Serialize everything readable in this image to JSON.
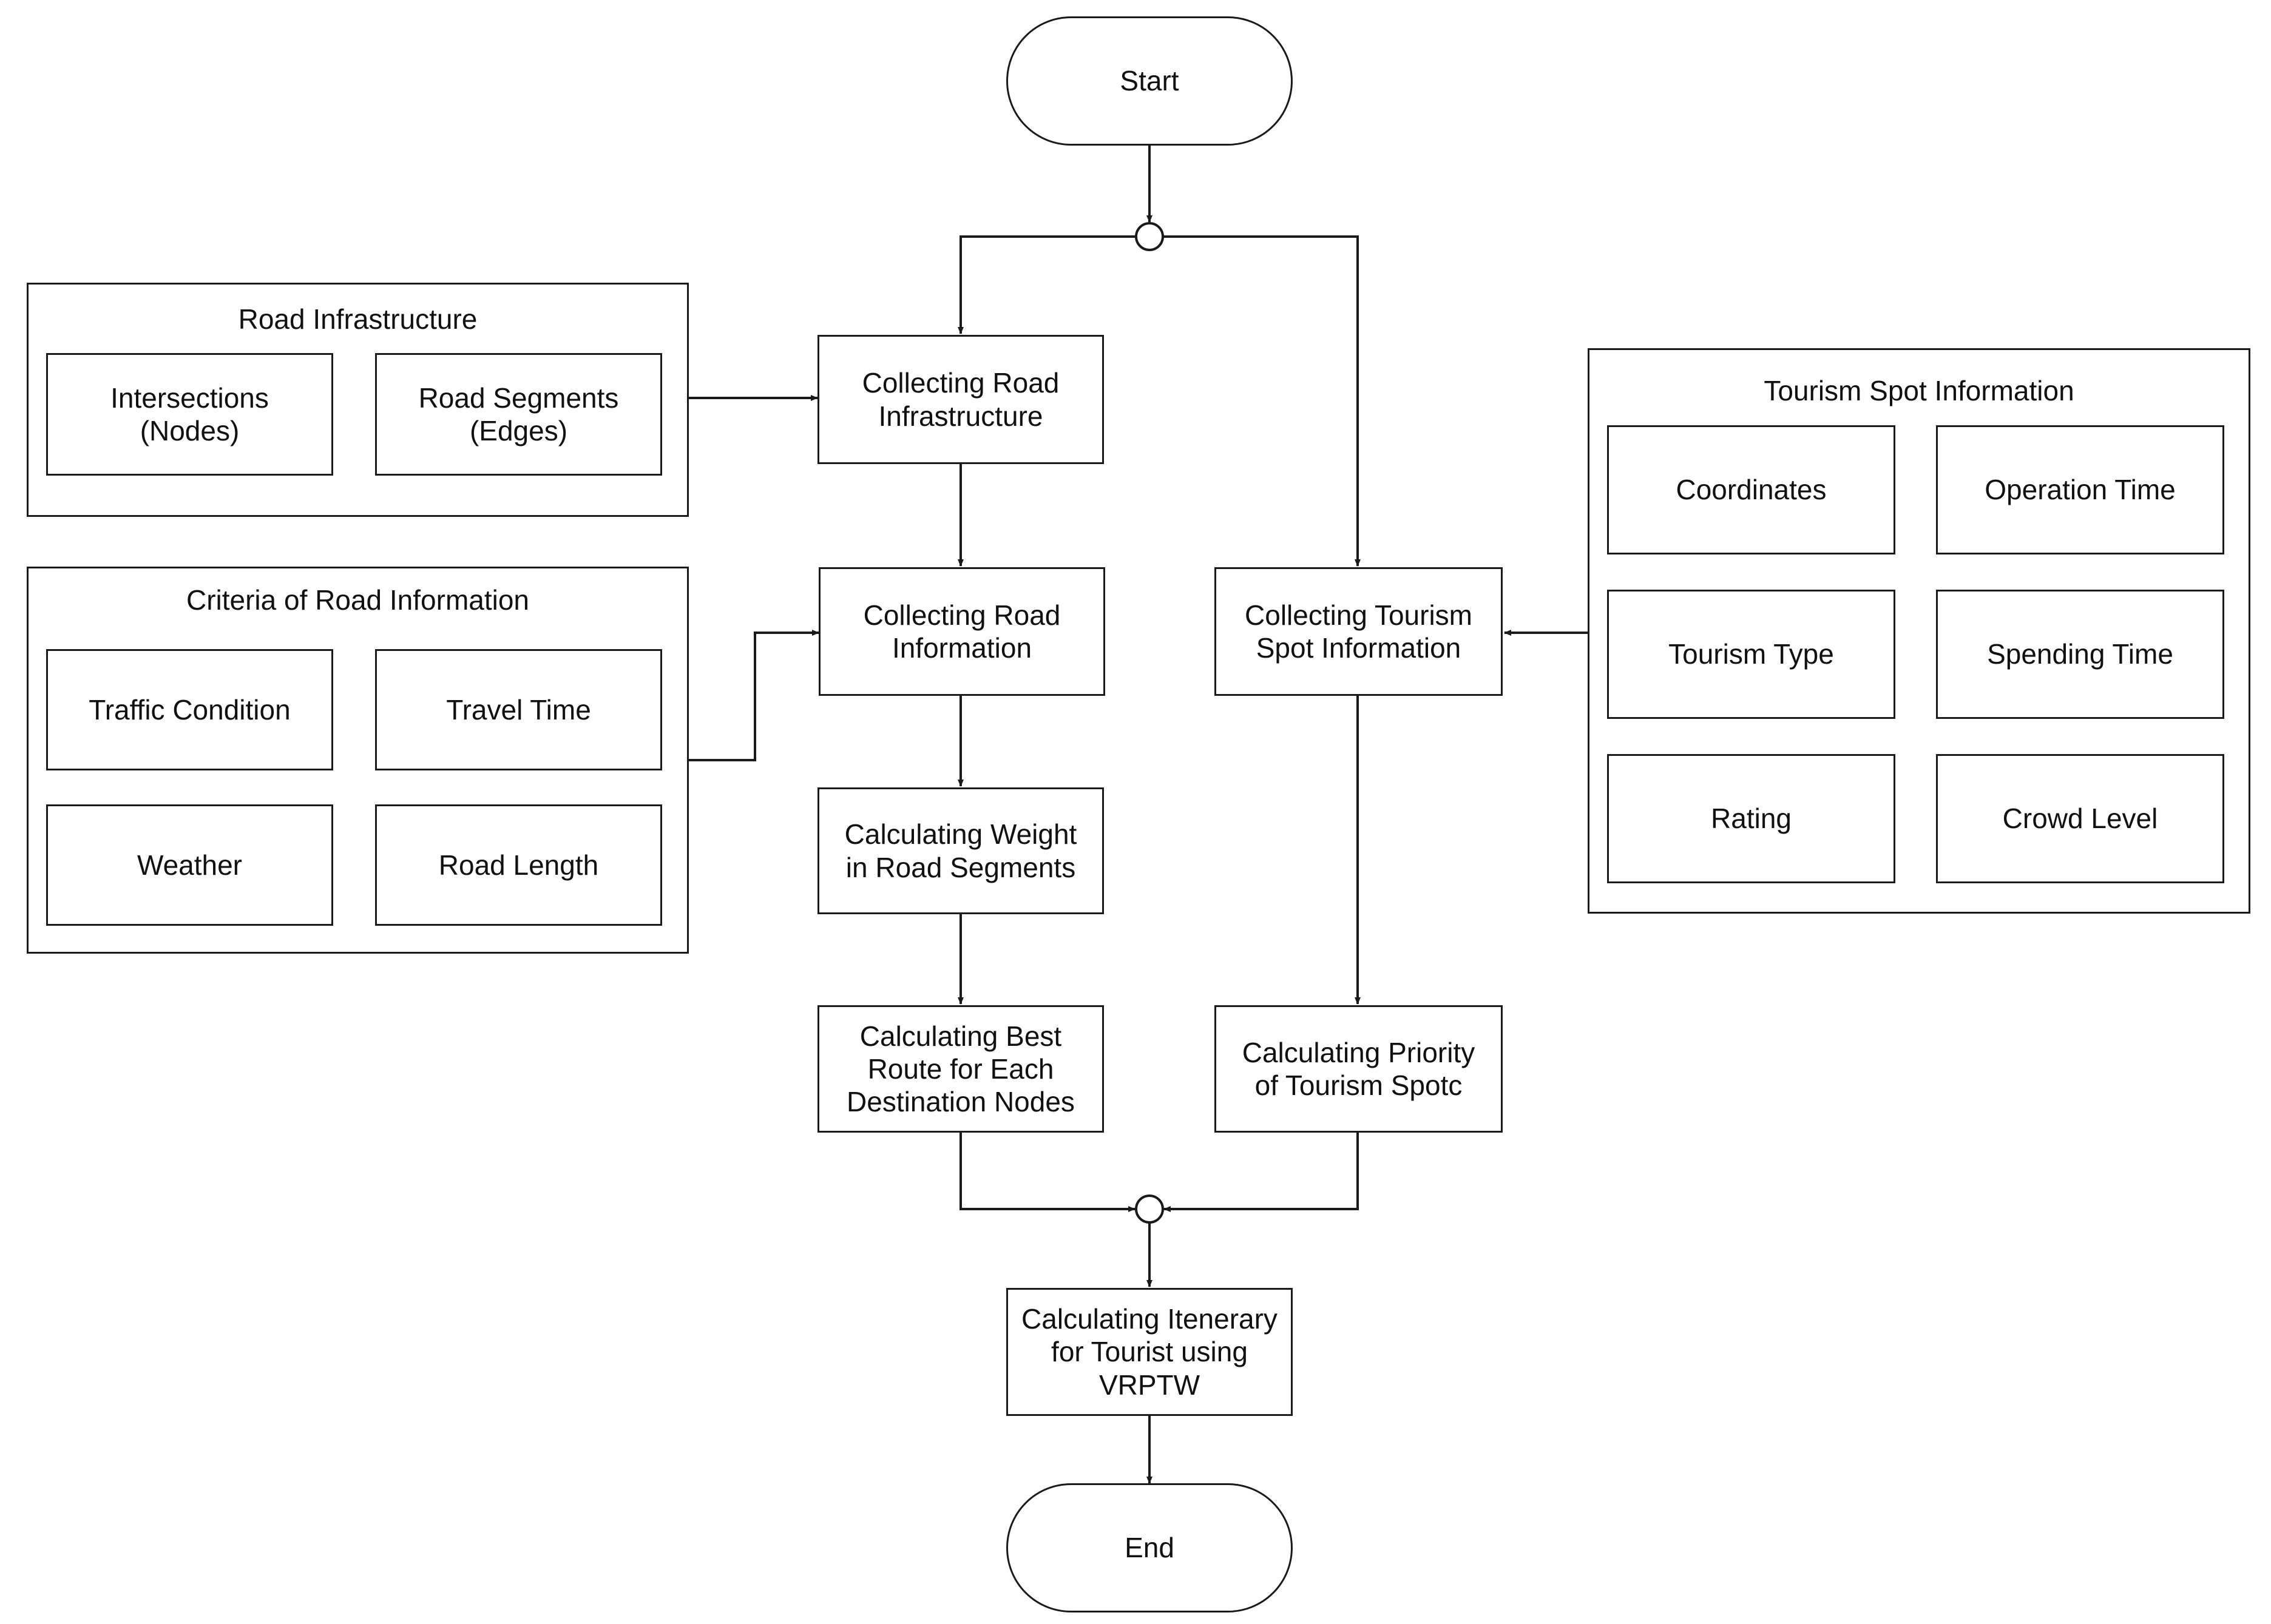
{
  "flow": {
    "start": "Start",
    "collecting_road_infrastructure": "Collecting Road\nInfrastructure",
    "collecting_road_information": "Collecting Road\nInformation",
    "calculating_weight": "Calculating Weight\nin Road Segments",
    "calculating_best_route": "Calculating Best\nRoute for Each\nDestination Nodes",
    "collecting_tourism_spot_information": "Collecting Tourism\nSpot Information",
    "calculating_priority": "Calculating Priority\nof Tourism Spotc",
    "calculating_itinerary": "Calculating Itenerary\nfor Tourist using\nVRPTW",
    "end": "End"
  },
  "road_infrastructure": {
    "title": "Road Infrastructure",
    "items": [
      "Intersections\n(Nodes)",
      "Road Segments\n(Edges)"
    ]
  },
  "road_criteria": {
    "title": "Criteria of Road Information",
    "items": [
      "Traffic Condition",
      "Travel Time",
      "Weather",
      "Road Length"
    ]
  },
  "tourism_spot_info": {
    "title": "Tourism Spot Information",
    "items": [
      "Coordinates",
      "Operation Time",
      "Tourism Type",
      "Spending Time",
      "Rating",
      "Crowd Level"
    ]
  }
}
